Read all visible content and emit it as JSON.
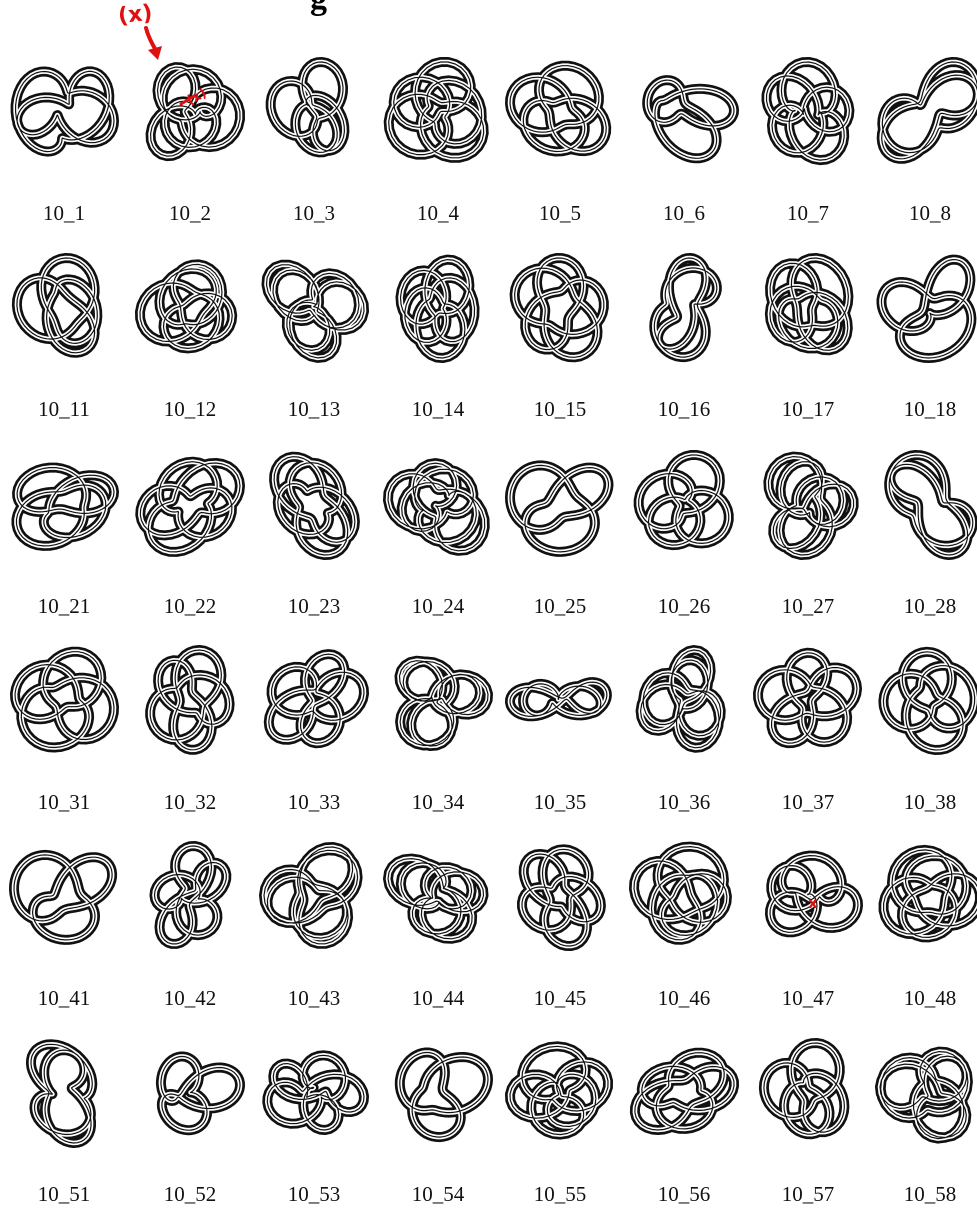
{
  "header": {
    "fragment": "g"
  },
  "annotations": {
    "color": "#e01010",
    "top_marker": "(x)",
    "inner_marker": "(x)",
    "cross_marker": "x"
  },
  "knots": [
    "10_1",
    "10_2",
    "10_3",
    "10_4",
    "10_5",
    "10_6",
    "10_7",
    "10_8",
    "10_11",
    "10_12",
    "10_13",
    "10_14",
    "10_15",
    "10_16",
    "10_17",
    "10_18",
    "10_21",
    "10_22",
    "10_23",
    "10_24",
    "10_25",
    "10_26",
    "10_27",
    "10_28",
    "10_31",
    "10_32",
    "10_33",
    "10_34",
    "10_35",
    "10_36",
    "10_37",
    "10_38",
    "10_41",
    "10_42",
    "10_43",
    "10_44",
    "10_45",
    "10_46",
    "10_47",
    "10_48",
    "10_51",
    "10_52",
    "10_53",
    "10_54",
    "10_55",
    "10_56",
    "10_57",
    "10_58"
  ],
  "style": {
    "strand_color": "#111111",
    "background": "#ffffff"
  }
}
